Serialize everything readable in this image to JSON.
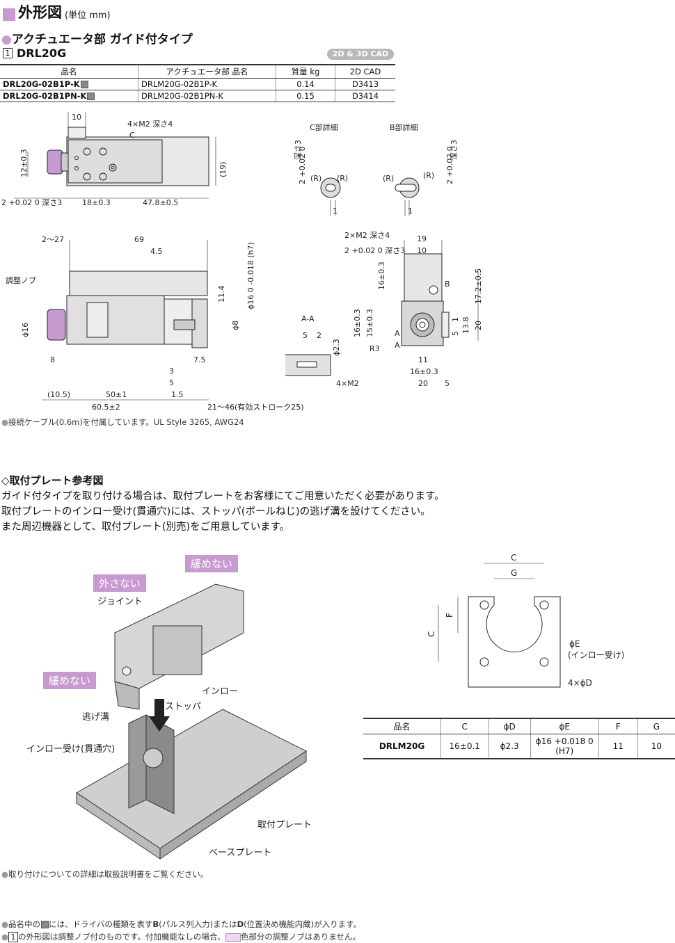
{
  "header": {
    "title": "外形図",
    "unit": "(単位 mm)"
  },
  "section1": {
    "title": "アクチュエータ部 ガイド付タイプ",
    "num": "1",
    "model": "DRL20G",
    "cad": "2D & 3D CAD"
  },
  "spec_table": {
    "headers": [
      "品名",
      "アクチュエータ部 品名",
      "質量 kg",
      "2D CAD"
    ],
    "rows": [
      [
        "DRL20G-02B1P-K",
        "DRLM20G-02B1P-K",
        "0.14",
        "D3413"
      ],
      [
        "DRL20G-02B1PN-K",
        "DRLM20G-02B1PN-K",
        "0.15",
        "D3414"
      ]
    ]
  },
  "drawing_top": {
    "d10": "10",
    "m2": "4×M2 深さ4",
    "c": "C",
    "d12": "12±0.3",
    "d19": "(19)",
    "hole": "2 +0.02 0 深さ3",
    "d18": "18±0.3",
    "d478": "47.8±0.5",
    "cdet": "C部詳細",
    "bdet": "B部詳細",
    "depth3": "深さ3",
    "tol2": "2 +0.02 0",
    "r": "(R)",
    "one": "1"
  },
  "drawing_side": {
    "d227": "2～27",
    "d69": "69",
    "d45": "4.5",
    "knob": "調整ノブ",
    "phi16": "ϕ16",
    "phi16h7": "ϕ16 0 -0.018 (h7)",
    "d114": "11.4",
    "phi8": "ϕ8",
    "d8": "8",
    "d75": "7.5",
    "d3": "3",
    "d5": "5",
    "d15": "1.5",
    "d105": "(10.5)",
    "d50": "50±1",
    "d605": "60.5±2",
    "stroke": "21～46(有効ストローク25)"
  },
  "drawing_aa": {
    "title": "A-A",
    "d5": "5",
    "d2": "2",
    "phi23": "ϕ2.3",
    "m2": "4×M2"
  },
  "drawing_front": {
    "m2": "2×M2 深さ4",
    "hole": "2 +0.02 0 深さ3",
    "d19": "19",
    "d10": "10",
    "b": "B",
    "d16": "16±0.3",
    "d172": "17.2±0.5",
    "d138": "13.8",
    "d20": "20",
    "d5": "5",
    "d1": "1",
    "d153": "15±0.3",
    "a": "A",
    "r3": "R3",
    "d11": "11",
    "d16b": "16±0.3",
    "d20b": "20",
    "d5b": "5"
  },
  "notes": {
    "cable": "接続ケーブル(0.6m)を付属しています。UL Style 3265, AWG24",
    "detail": "取り付けについての詳細は取扱説明書をご覧ください。",
    "foot1_a": "品名中の",
    "foot1_b": "には、ドライバの種類を表す",
    "foot1_B": "B",
    "foot1_c": "(パルス列入力)または",
    "foot1_D": "D",
    "foot1_d": "(位置決め機能内蔵)が入ります。",
    "foot2_num": "1",
    "foot2_a": "の外形図は調整ノブ付のものです。付加機能なしの場合、",
    "foot2_b": "色部分の調整ノブはありません。"
  },
  "section2": {
    "title": "◇取付プレート参考図",
    "lines": [
      "ガイド付タイプを取り付ける場合は、取付プレートをお客様にてご用意いただく必要があります。",
      "取付プレートのインロー受け(貫通穴)には、ストッパ(ボールねじ)の逃げ溝を設けてください。",
      "また周辺機器として、取付プレート(別売)をご用意しています。"
    ]
  },
  "illustration": {
    "loose1": "緩めない",
    "remove": "外さない",
    "loose2": "緩めない",
    "joint": "ジョイント",
    "inro": "インロー",
    "stopper": "ストッパ",
    "groove": "逃げ溝",
    "inro_recv": "インロー受け(貫通穴)",
    "plate": "取付プレート",
    "base": "ベースプレート"
  },
  "plate_drawing": {
    "c": "C",
    "g": "G",
    "f": "F",
    "phie": "ϕE",
    "inro": "(インロー受け)",
    "phid": "4×ϕD"
  },
  "plate_table": {
    "headers": [
      "品名",
      "C",
      "ϕD",
      "ϕE",
      "F",
      "G"
    ],
    "row": [
      "DRLM20G",
      "16±0.1",
      "ϕ2.3",
      "ϕ16 +0.018 0 (H7)",
      "11",
      "10"
    ]
  },
  "colors": {
    "accent": "#c79ad0",
    "knob": "#c79ad0",
    "gray": "#b8b8b8"
  }
}
